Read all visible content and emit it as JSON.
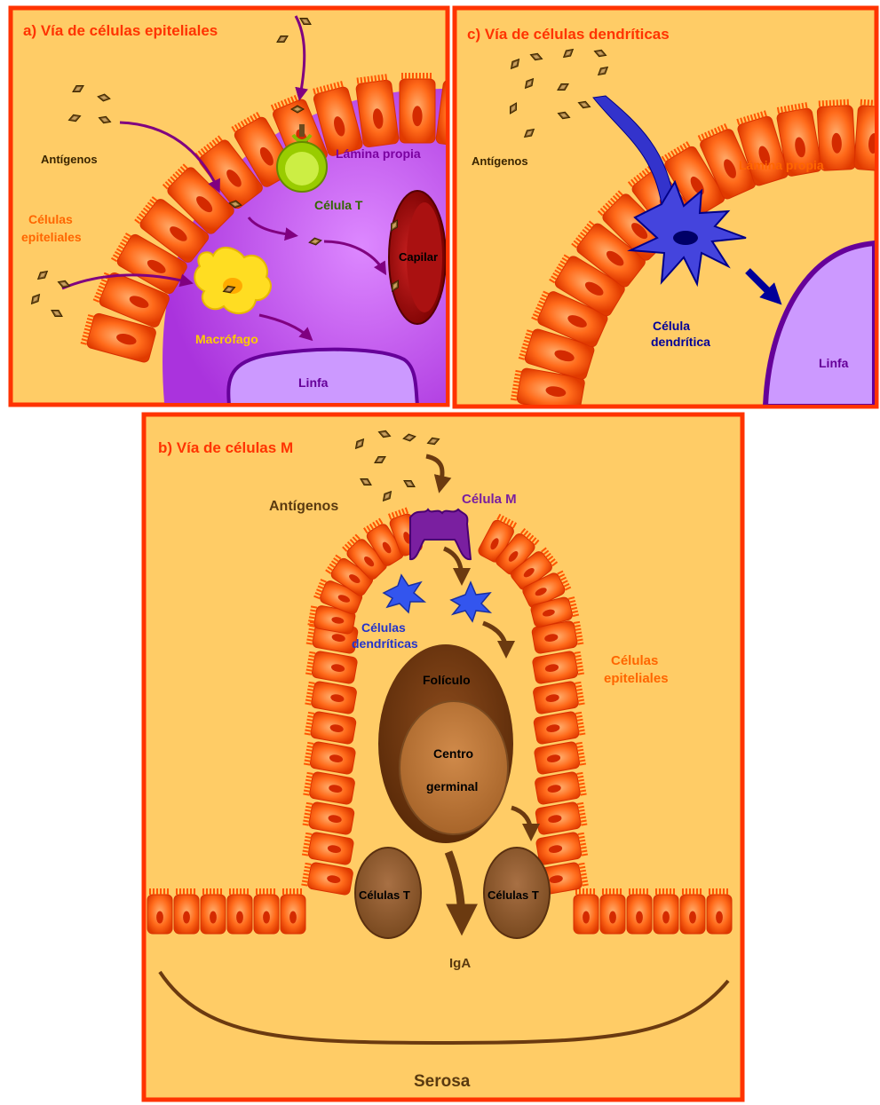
{
  "panel_a": {
    "title": "a) Vía de células epiteliales",
    "antigens": "Antígenos",
    "epithelial_line1": "Células",
    "epithelial_line2": "epiteliales",
    "lamina_propria": "Lámina propia",
    "t_cell": "Célula T",
    "capillary": "Capilar",
    "macrophage": "Macrófago",
    "lymph": "Linfa"
  },
  "panel_c": {
    "title": "c) Vía de células dendríticas",
    "antigens": "Antígenos",
    "lamina_propria": "Lámina propia",
    "dendritic_line1": "Célula",
    "dendritic_line2": "dendrítica",
    "lymph": "Linfa"
  },
  "panel_b": {
    "title": "b) Vía de células M",
    "antigens": "Antígenos",
    "m_cell": "Célula M",
    "dendritic_line1": "Células",
    "dendritic_line2": "dendríticas",
    "epithelial_line1": "Células",
    "epithelial_line2": "epiteliales",
    "follicle": "Folículo",
    "germinal_line1": "Centro",
    "germinal_line2": "germinal",
    "t_cells_left": "Células T",
    "t_cells_right": "Células T",
    "iga": "IgA",
    "serosa": "Serosa"
  },
  "colors": {
    "panel_border": "#ff3300",
    "panel_fill": "#ffcc66",
    "epithelium": "#ff6a1a",
    "epithelium_dark": "#e03a00",
    "lamina_purple": "#cc55ee",
    "lymph": "#cc99ff",
    "lymph_border": "#660099",
    "capillary": "#990000",
    "t_cell": "#99cc00",
    "macrophage": "#ffdd22",
    "dendritic": "#3333cc",
    "m_cell": "#7a1fa0",
    "follicle": "#6b3510",
    "germinal": "#b87333",
    "t_cells_brown": "#8b5a2b",
    "antigen": "#6b4a1e",
    "arrow_purple": "#800080",
    "arrow_brown": "#6b3a10",
    "arrow_blue": "#000099"
  }
}
